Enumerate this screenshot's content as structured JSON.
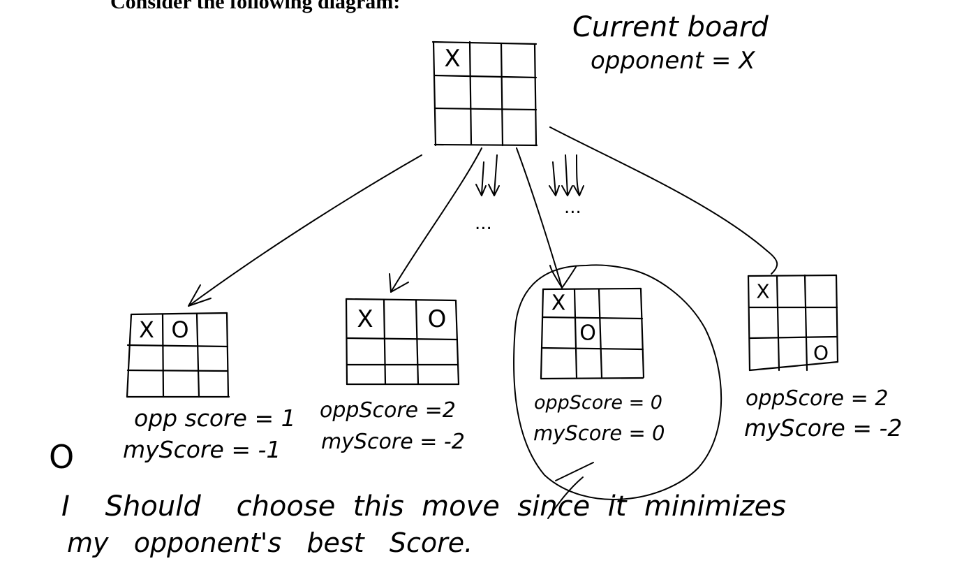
{
  "title": "Consider the following diagram:",
  "root": {
    "label_line1": "Current board",
    "label_line2": "opponent = X",
    "board": [
      "X",
      "",
      "",
      "",
      "",
      "",
      "",
      "",
      ""
    ]
  },
  "ellipsis": [
    "...",
    "..."
  ],
  "children": [
    {
      "board": [
        "X",
        "O",
        "",
        "",
        "",
        "",
        "",
        "",
        ""
      ],
      "opp_score": "opp score = 1",
      "my_score": "myScore = -1",
      "selected": false
    },
    {
      "board": [
        "X",
        "",
        "O",
        "",
        "",
        "",
        "",
        "",
        ""
      ],
      "opp_score": "oppScore =2",
      "my_score": "myScore = -2",
      "selected": false
    },
    {
      "board": [
        "X",
        "",
        "",
        "",
        "O",
        "",
        "",
        "",
        ""
      ],
      "opp_score": "oppScore = 0",
      "my_score": "myScore = 0",
      "selected": true
    },
    {
      "board": [
        "X",
        "",
        "",
        "",
        "",
        "",
        "",
        "",
        "O"
      ],
      "opp_score": "oppScore = 2",
      "my_score": "myScore = -2",
      "selected": false
    }
  ],
  "left_mark": "O",
  "conclusion": {
    "line1": "I    Should    choose  this  move  since  it  minimizes",
    "line2": "my   opponent's   best   Score."
  }
}
